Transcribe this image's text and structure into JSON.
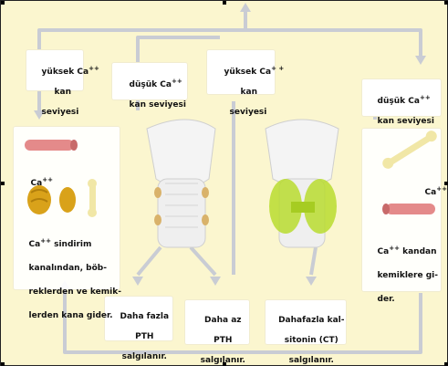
{
  "labels": {
    "yuksek_left": {
      "line1": "yüksek Ca",
      "sup": "++",
      "line2": "kan",
      "line3": "seviyesi"
    },
    "dusuk_left": {
      "line1": "düşük Ca",
      "sup": "++",
      "line2": "kan seviyesi"
    },
    "yuksek_center": {
      "line1": "yüksek Ca",
      "sup": "+ +",
      "line2": "kan",
      "line3": "seviyesi"
    },
    "dusuk_right": {
      "line1": "düşük Ca",
      "sup": "++",
      "line2": "kan seviyesi"
    },
    "ca_left": {
      "text": "Ca",
      "sup": "++"
    },
    "left_desc": {
      "l1": "sindirim",
      "l1_prefix": "Ca",
      "sup": "++",
      "l2": "kanalından, böb-",
      "l3": "reklerden ve kemik-",
      "l4": "lerden kana gider."
    },
    "ca_right": {
      "text": "Ca",
      "sup": "++"
    },
    "right_desc": {
      "l1_prefix": "Ca",
      "sup": "++",
      "l1": "kandan",
      "l2": "kemiklere gi-",
      "l3": "der."
    },
    "box_pth_more": {
      "l1": "Daha fazla",
      "l2": "PTH",
      "l3": "salgılanır."
    },
    "box_pth_less": {
      "l1": "Daha az",
      "l2": "PTH",
      "l3": "salgılanır."
    },
    "box_ct_more": {
      "l1": "Dahafazla kal-",
      "l2": "sitonin (CT)",
      "l3": "salgılanır."
    }
  },
  "colors": {
    "background": "#fbf6cf",
    "arrow": "#c9ccd4",
    "thyroid_green": "#b9dc2f",
    "gland_outline": "#d8d8d8",
    "bone": "#f1e7a6",
    "vessel": "#e48a8a",
    "organ_yellow": "#d9a21a"
  },
  "icons": [
    "blood-vessel-icon",
    "intestine-icon",
    "kidney-icon",
    "bone-icon",
    "larynx-icon",
    "thyroid-icon"
  ]
}
